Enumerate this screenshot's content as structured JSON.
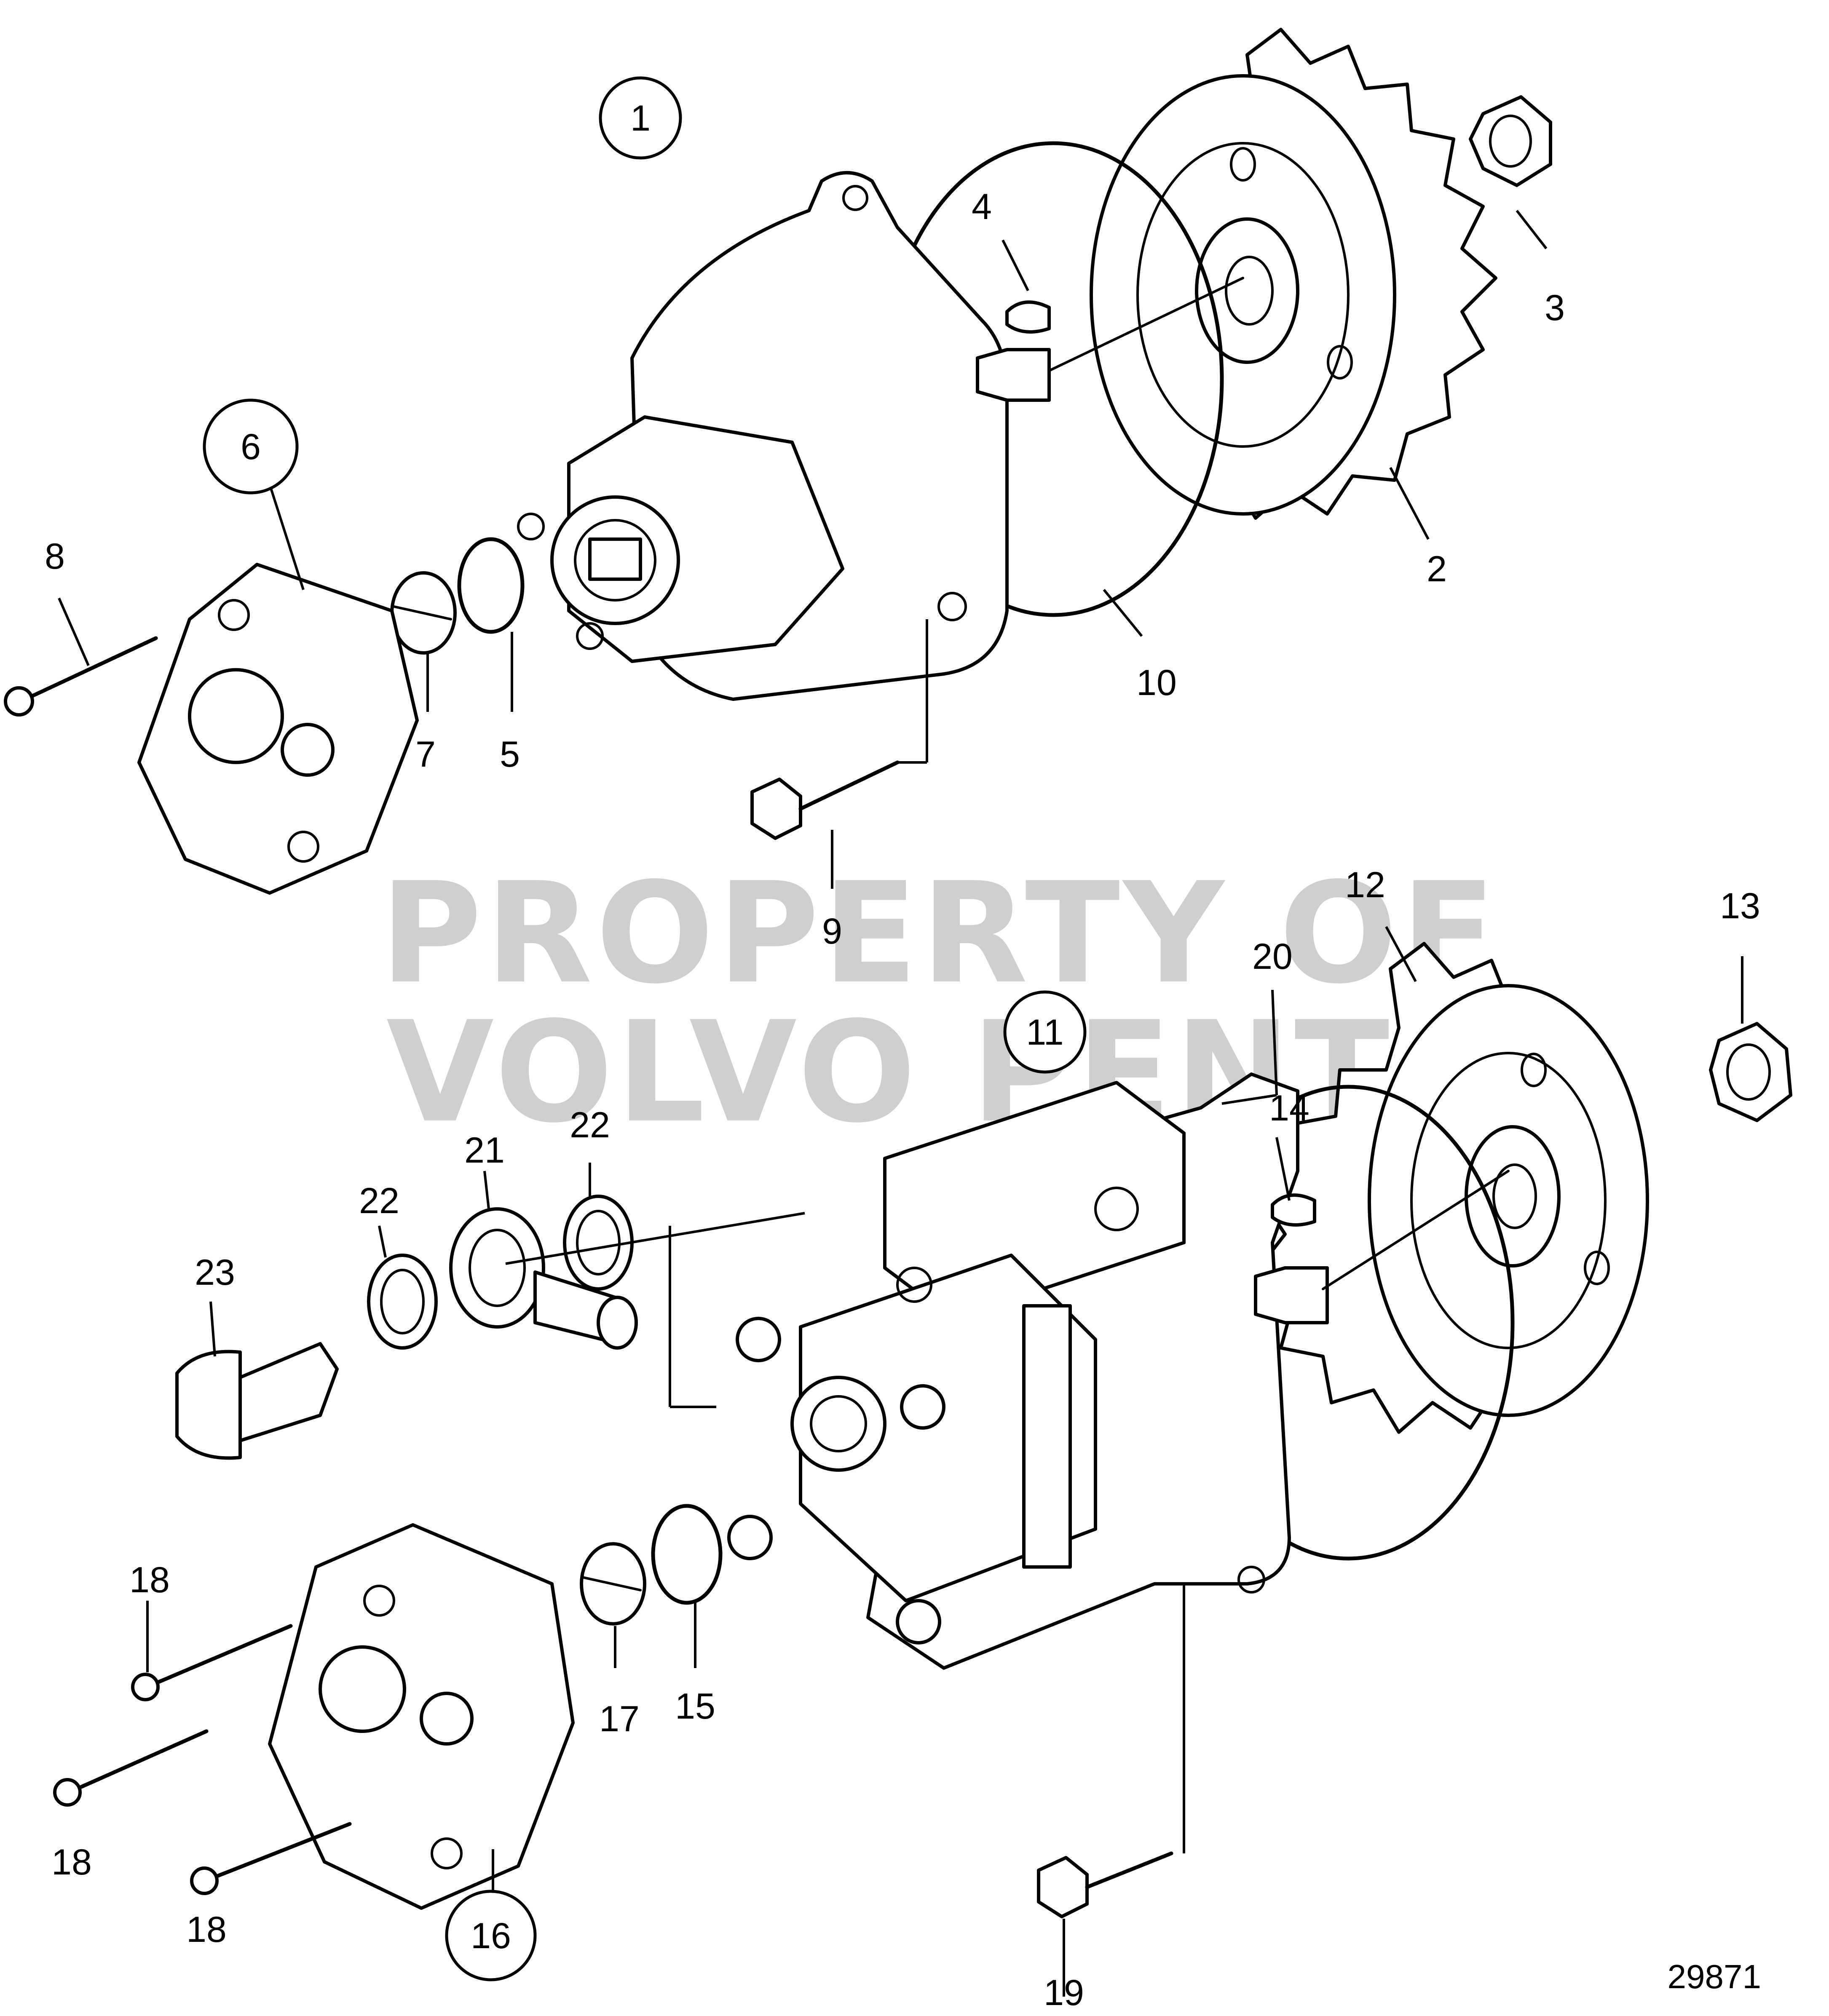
{
  "watermark": {
    "line1": "PROPERTY OF",
    "line2": "VOLVO PENTA"
  },
  "drawing_number": "29871",
  "callouts": {
    "c1": "1",
    "c2": "2",
    "c3": "3",
    "c4": "4",
    "c5": "5",
    "c6": "6",
    "c7": "7",
    "c8": "8",
    "c9": "9",
    "c10": "10",
    "c11": "11",
    "c12": "12",
    "c13": "13",
    "c14": "14",
    "c15": "15",
    "c16": "16",
    "c17": "17",
    "c18a": "18",
    "c18b": "18",
    "c18c": "18",
    "c19": "19",
    "c20": "20",
    "c21": "21",
    "c22a": "22",
    "c22b": "22",
    "c23": "23"
  }
}
